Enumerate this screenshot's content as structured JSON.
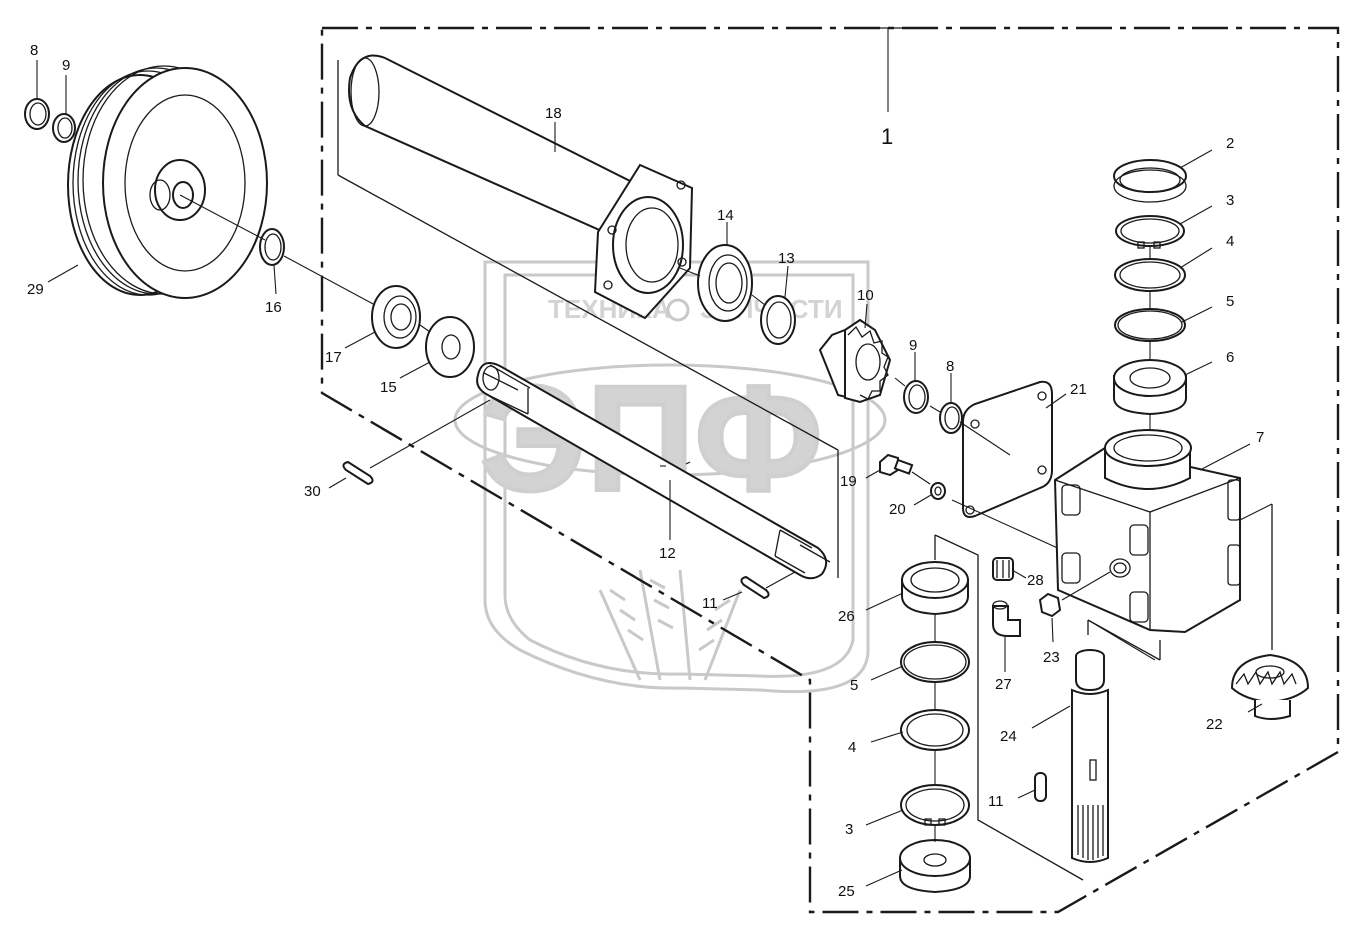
{
  "watermark": {
    "line1": "ТЕХНИКА",
    "line2": "ЗАПЧАСТИ",
    "logo": "ЭПФ"
  },
  "callouts": {
    "c1": "1",
    "c2": "2",
    "c3a": "3",
    "c4a": "4",
    "c5a": "5",
    "c6": "6",
    "c7": "7",
    "c8a": "8",
    "c9a": "9",
    "c8b": "8",
    "c9b": "9",
    "c10": "10",
    "c11a": "11",
    "c11b": "11",
    "c12": "12",
    "c13": "13",
    "c14": "14",
    "c15": "15",
    "c16": "16",
    "c17": "17",
    "c18": "18",
    "c19": "19",
    "c20": "20",
    "c21": "21",
    "c22": "22",
    "c23": "23",
    "c24": "24",
    "c25": "25",
    "c26": "26",
    "c27": "27",
    "c28": "28",
    "c29": "29",
    "c30": "30",
    "c3b": "3",
    "c4b": "4",
    "c5b": "5"
  }
}
